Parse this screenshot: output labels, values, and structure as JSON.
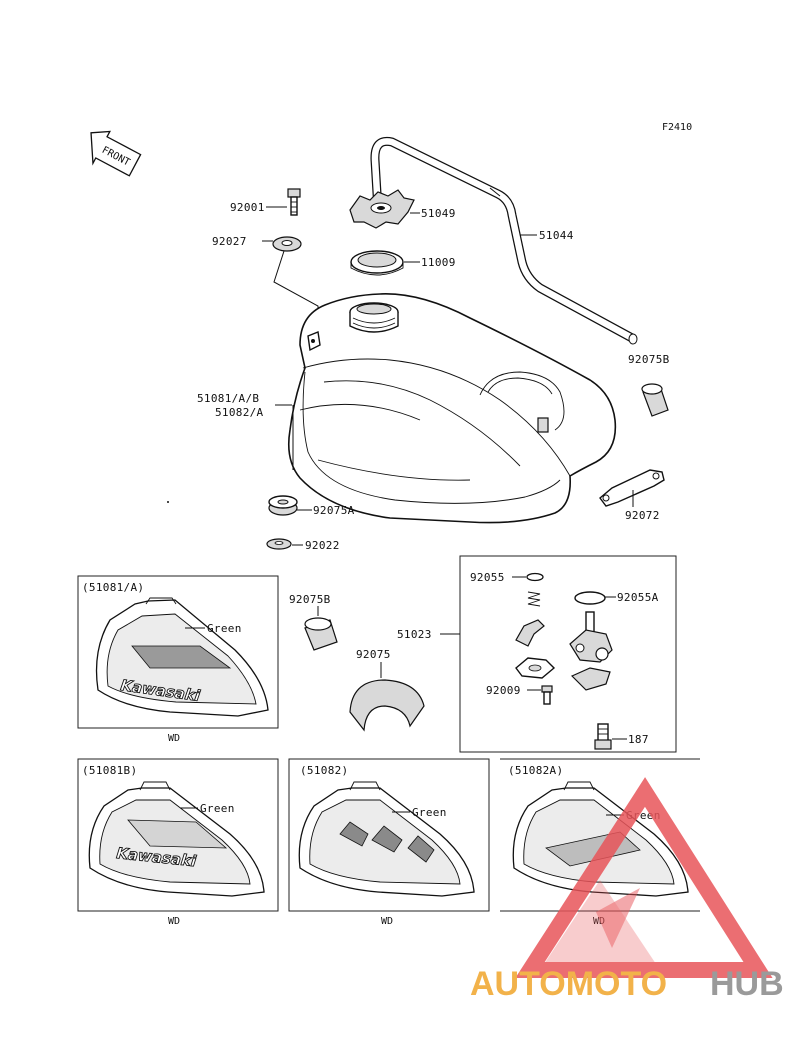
{
  "figure_code": "F2410",
  "front_arrow": "FRONT",
  "callouts": {
    "p92001": "92001",
    "p51049": "51049",
    "p51044": "51044",
    "p92027": "92027",
    "p11009": "11009",
    "p92075B_top": "92075B",
    "p51081_a_b": "51081/A/B",
    "p51082_a": "51082/A",
    "p92075A": "92075A",
    "p92072": "92072",
    "p92022": "92022",
    "p92055": "92055",
    "p92055A": "92055A",
    "p92075B_mid": "92075B",
    "p51023": "51023",
    "p92075": "92075",
    "p92009": "92009",
    "p187": "187"
  },
  "variant_boxes": [
    {
      "code": "(51081/A)",
      "stripe": "Green",
      "logo": "Kawasaki",
      "note": "WD"
    },
    {
      "code": "(51081B)",
      "stripe": "Green",
      "logo": "Kawasaki",
      "note": "WD"
    },
    {
      "code": "(51082)",
      "stripe": "Green",
      "note": "WD"
    },
    {
      "code": "(51082A)",
      "stripe": "Green",
      "note": "WD"
    }
  ],
  "watermark": {
    "part1": "AUTOMOTO",
    "part2": "HUB"
  },
  "colors": {
    "watermark_red": "#e8555a",
    "watermark_orange": "#f2b24a",
    "watermark_gray": "#9a9a9a"
  }
}
